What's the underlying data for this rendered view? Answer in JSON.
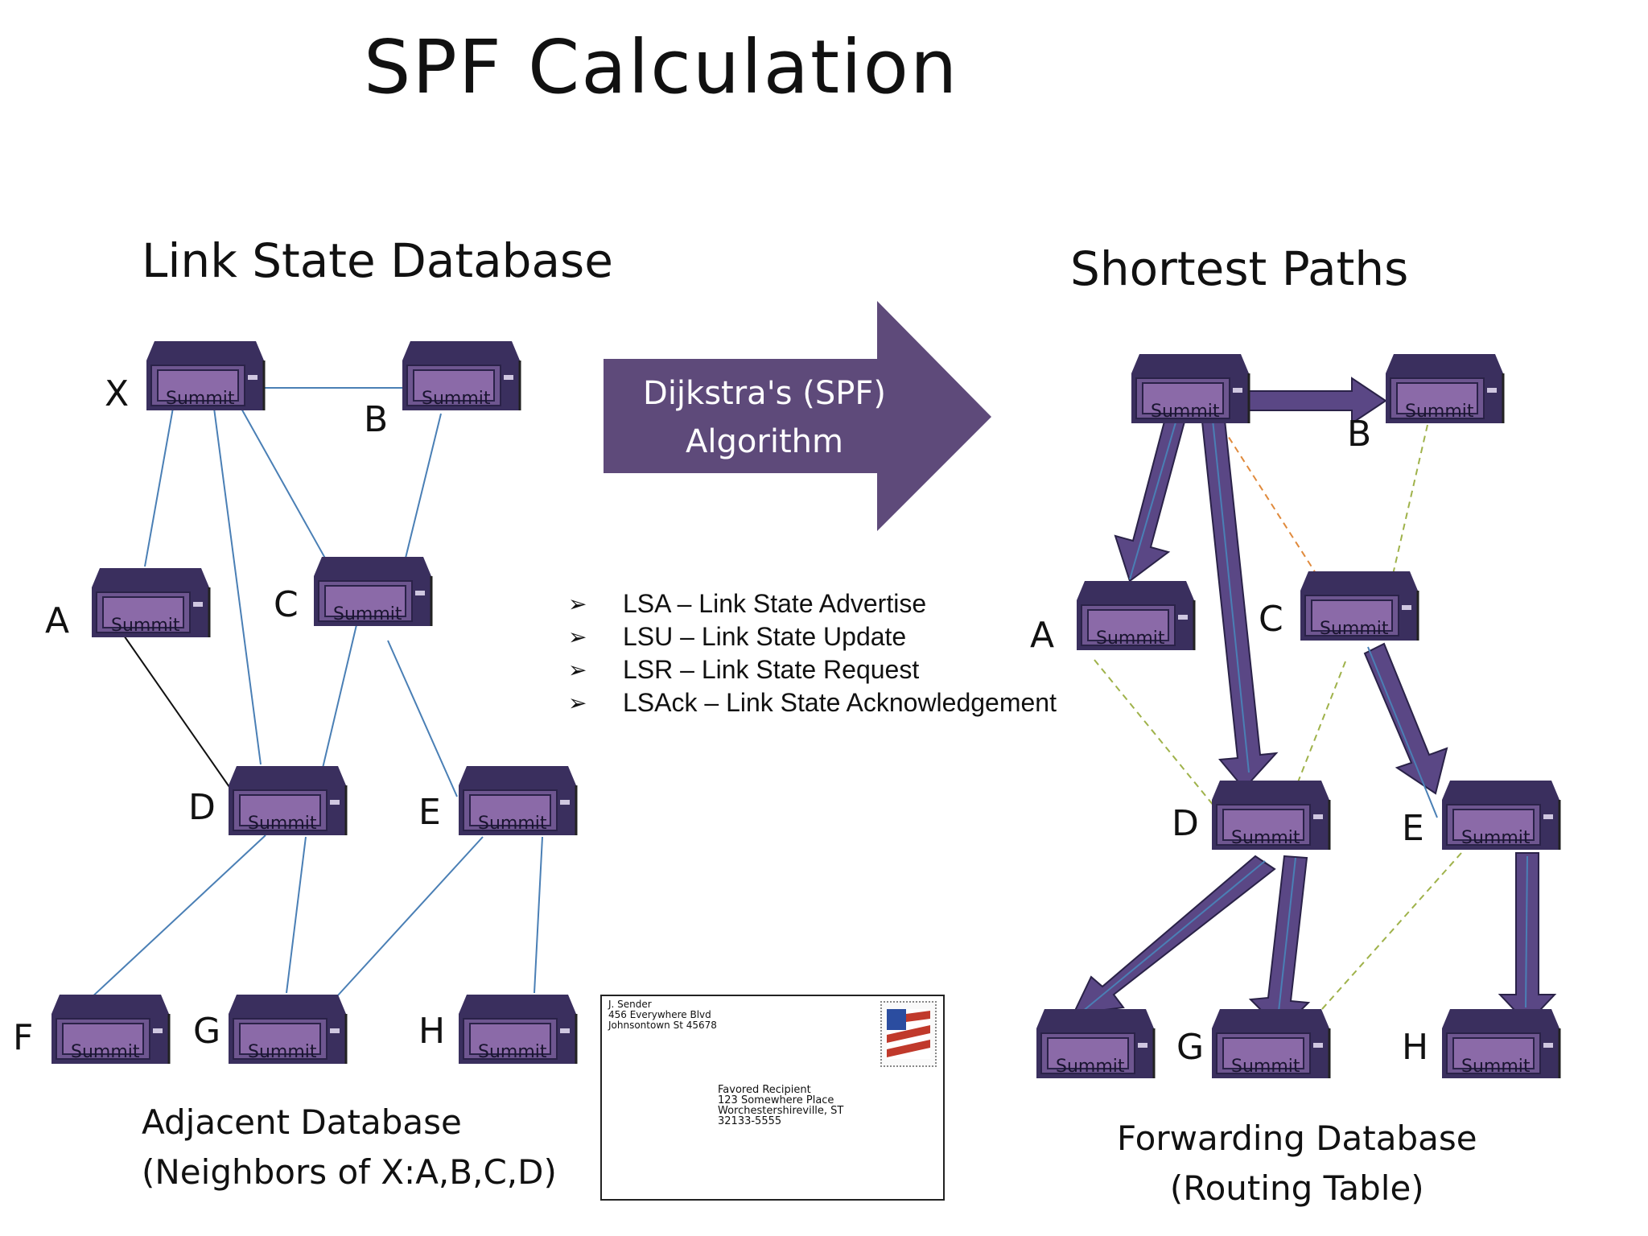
{
  "title": "SPF Calculation",
  "left_heading": "Link State Database",
  "right_heading": "Shortest Paths",
  "arrow": {
    "line1": "Dijkstra's (SPF)",
    "line2": "Algorithm"
  },
  "router_label": "Summit",
  "bullets": [
    "LSA – Link State Advertise",
    "LSU – Link State Update",
    "LSR – Link State Request",
    "LSAck – Link State Acknowledgement"
  ],
  "left_caption": {
    "line1": "Adjacent Database",
    "line2": "(Neighbors of X:A,B,C,D)"
  },
  "right_caption": {
    "line1": "Forwarding Database",
    "line2": "(Routing Table)"
  },
  "letter": {
    "sender": [
      "J. Sender",
      "456 Everywhere Blvd",
      "Johnsontown St 45678"
    ],
    "recipient": [
      "Favored Recipient",
      "123 Somewhere Place",
      "Worchestershireville, ST",
      "32133-5555"
    ]
  },
  "left_nodes": [
    "X",
    "B",
    "A",
    "C",
    "D",
    "E",
    "F",
    "G",
    "H"
  ],
  "right_nodes": [
    "B",
    "A",
    "C",
    "D",
    "E",
    "G",
    "H"
  ],
  "colors": {
    "router_body": "#3a2f5e",
    "router_face": "#8b6aa8",
    "link": "#4a7fb5",
    "arrow_fill": "#5e4a7a",
    "path_arrow": "#5a4785",
    "orange_dash": "#e08a3c",
    "green_dash": "#9fb24a"
  }
}
